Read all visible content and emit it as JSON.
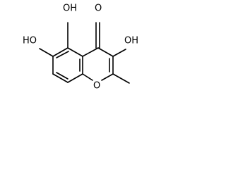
{
  "diagram": {
    "atoms": {
      "oh5": "OH",
      "oh6": "HO",
      "o4": "O",
      "oh3": "OH",
      "o1": "O"
    },
    "colors": {
      "bond": "#000000",
      "label": "#000000",
      "background": "#ffffff"
    }
  }
}
